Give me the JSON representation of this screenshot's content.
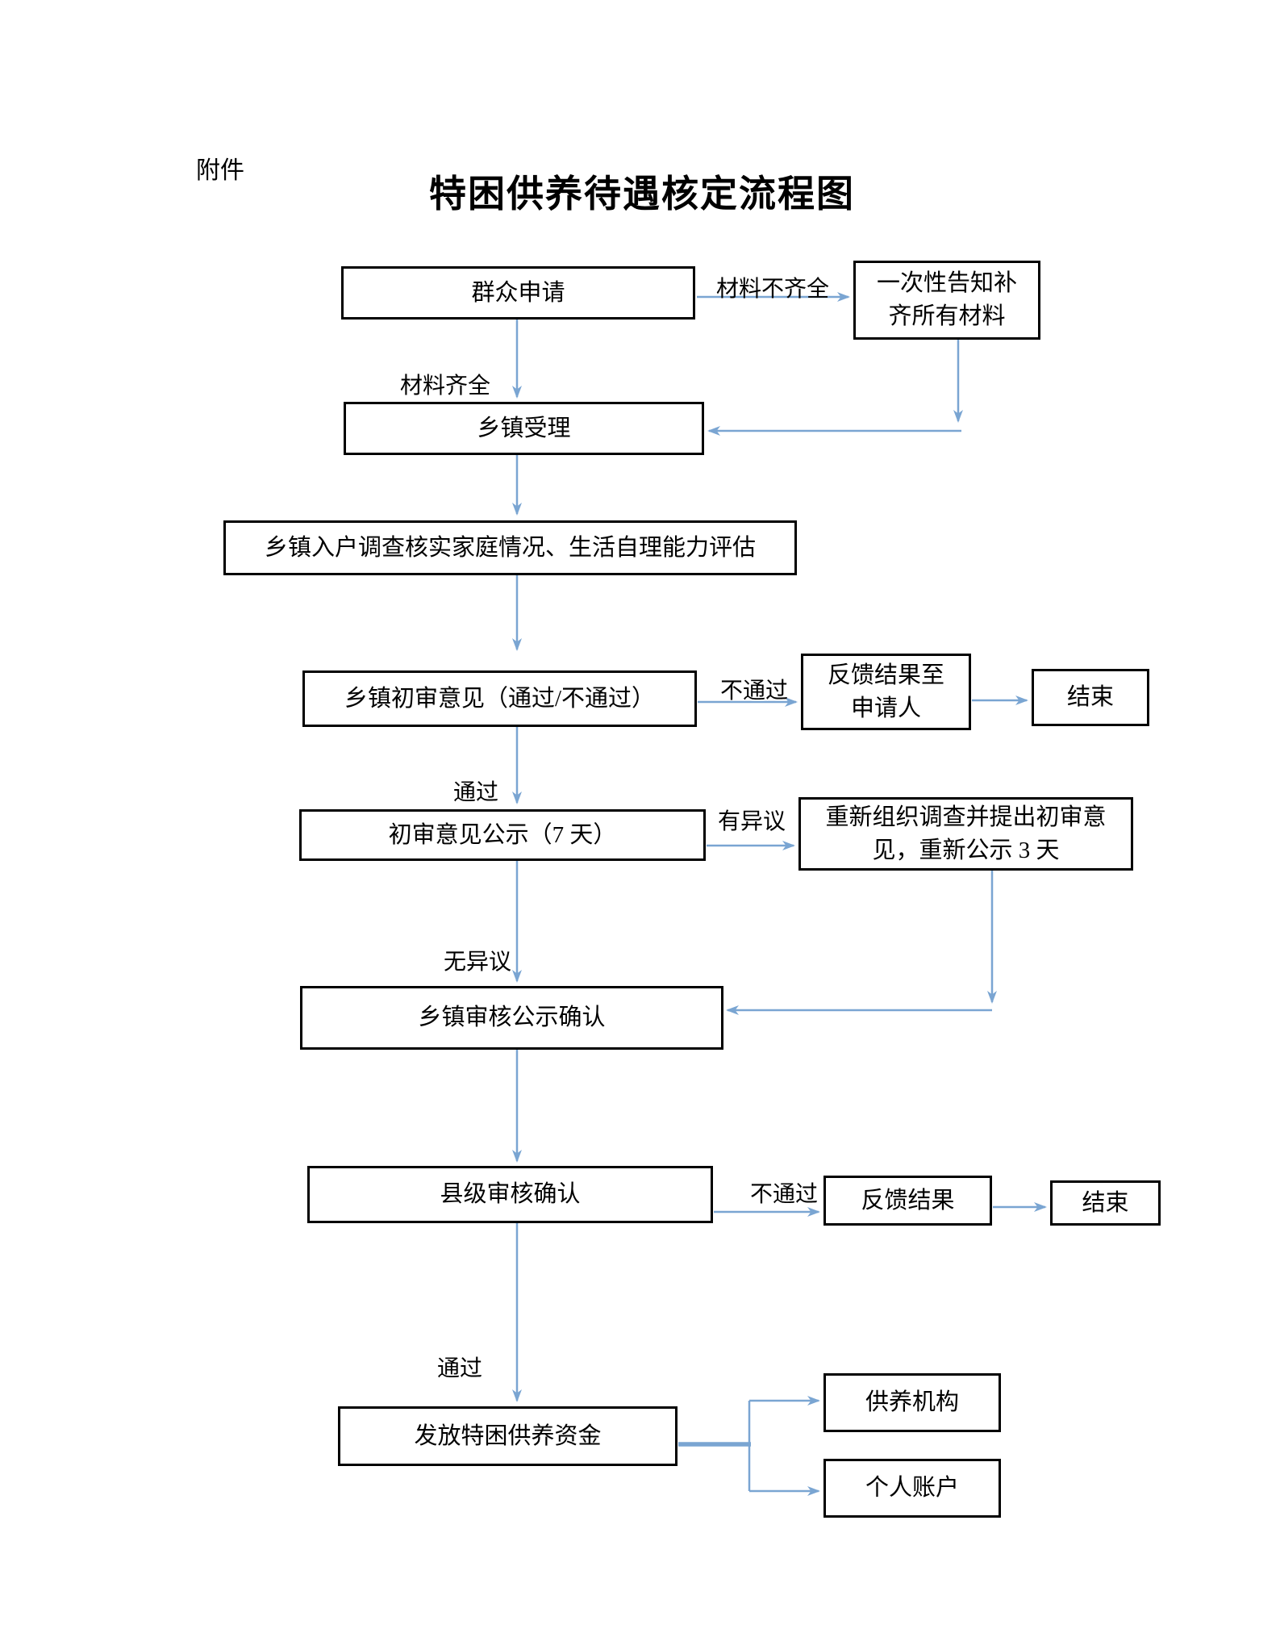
{
  "page": {
    "attachment_label": "附件",
    "title": "特困供养待遇核定流程图"
  },
  "nodes": {
    "apply": {
      "label": "群众申请"
    },
    "notify": {
      "lines": [
        "一次性告知补",
        "齐所有材料"
      ]
    },
    "accept": {
      "label": "乡镇受理"
    },
    "survey": {
      "label": "乡镇入户调查核实家庭情况、生活自理能力评估"
    },
    "initial_review": {
      "label": "乡镇初审意见（通过/不通过）"
    },
    "feedback_applicant": {
      "lines": [
        "反馈结果至",
        "申请人"
      ]
    },
    "end_1": {
      "label": "结束"
    },
    "publicity": {
      "label": "初审意见公示（7 天）"
    },
    "reinvestigate": {
      "lines": [
        "重新组织调查并提出初审意",
        "见，重新公示 3 天"
      ]
    },
    "township_confirm": {
      "label": "乡镇审核公示确认"
    },
    "county_confirm": {
      "label": "县级审核确认"
    },
    "feedback_result": {
      "label": "反馈结果"
    },
    "end_2": {
      "label": "结束"
    },
    "grant_funds": {
      "label": "发放特困供养资金"
    },
    "institution": {
      "label": "供养机构"
    },
    "personal_account": {
      "label": "个人账户"
    }
  },
  "edge_labels": {
    "materials_incomplete": "材料不齐全",
    "materials_complete": "材料齐全",
    "fail_initial": "不通过",
    "pass_initial": "通过",
    "objection": "有异议",
    "no_objection": "无异议",
    "fail_county": "不通过",
    "pass_county": "通过"
  },
  "colors": {
    "connector_blue": "#7aa5d2",
    "box_border": "#000000",
    "text": "#000000",
    "page_background": "#ffffff"
  }
}
